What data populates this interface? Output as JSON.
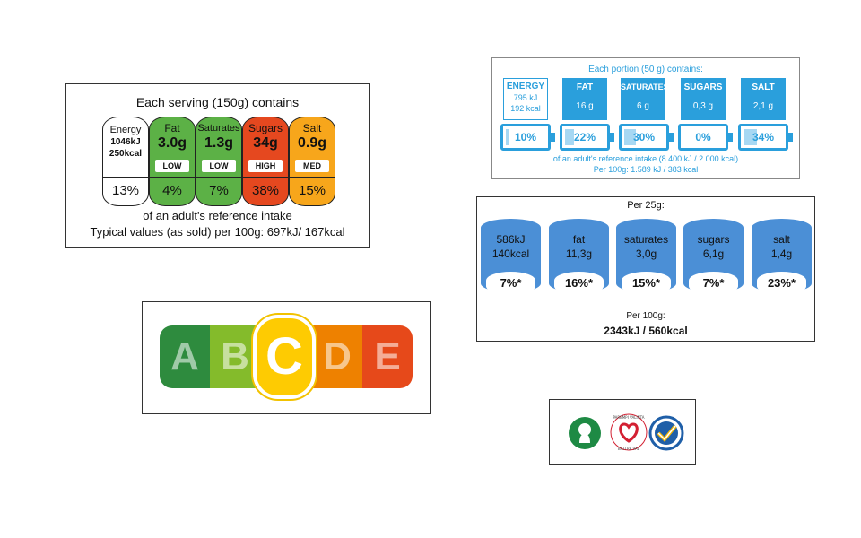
{
  "uk_label": {
    "heading": "Each serving (150g) contains",
    "energy": {
      "name": "Energy",
      "kj": "1046kJ",
      "kcal": "250kcal",
      "percent": "13%"
    },
    "nutrients": [
      {
        "name": "Fat",
        "amount": "3.0g",
        "level": "LOW",
        "percent": "4%",
        "color": "#5cb146"
      },
      {
        "name": "Saturates",
        "amount": "1.3g",
        "level": "LOW",
        "percent": "7%",
        "color": "#5cb146"
      },
      {
        "name": "Sugars",
        "amount": "34g",
        "level": "HIGH",
        "percent": "38%",
        "color": "#e5481f"
      },
      {
        "name": "Salt",
        "amount": "0.9g",
        "level": "MED",
        "percent": "15%",
        "color": "#f7a61b"
      }
    ],
    "reference": "of an adult's reference intake",
    "typical": "Typical values (as sold) per 100g: 697kJ/ 167kcal"
  },
  "battery_label": {
    "heading": "Each portion (50 g) contains:",
    "energy": {
      "name": "ENERGY",
      "kj": "795 kJ",
      "kcal": "192 kcal",
      "percent": "10%",
      "fill": 10
    },
    "nutrients": [
      {
        "name": "FAT",
        "amount": "16 g",
        "percent": "22%",
        "fill": 22
      },
      {
        "name": "SATURATES",
        "amount": "6 g",
        "percent": "30%",
        "fill": 30
      },
      {
        "name": "SUGARS",
        "amount": "0,3 g",
        "percent": "0%",
        "fill": 0
      },
      {
        "name": "SALT",
        "amount": "2,1 g",
        "percent": "34%",
        "fill": 34
      }
    ],
    "reference": "of an adult's reference intake (8.400 kJ / 2.000 kcal)",
    "per100": "Per 100g: 1.589 kJ / 383 kcal",
    "color": "#2a9fdc"
  },
  "cylinder_label": {
    "heading": "Per 25g:",
    "items": [
      {
        "line1": "586kJ",
        "line2": "140kcal",
        "percent": "7%*"
      },
      {
        "line1": "fat",
        "line2": "11,3g",
        "percent": "16%*"
      },
      {
        "line1": "saturates",
        "line2": "3,0g",
        "percent": "15%*"
      },
      {
        "line1": "sugars",
        "line2": "6,1g",
        "percent": "7%*"
      },
      {
        "line1": "salt",
        "line2": "1,4g",
        "percent": "23%*"
      }
    ],
    "per100_label": "Per 100g:",
    "per100_value": "2343kJ / 560kcal",
    "color": "#4b8fd6"
  },
  "nutri_score": {
    "grades": [
      "A",
      "B",
      "C",
      "D",
      "E"
    ],
    "selected": "C"
  },
  "logos": {
    "icons": [
      "keyhole-logo-icon",
      "heart-logo-icon",
      "checkmark-logo-icon"
    ],
    "heart_text": "PAREMPI VALINTA · BÄTTRE VAL"
  }
}
